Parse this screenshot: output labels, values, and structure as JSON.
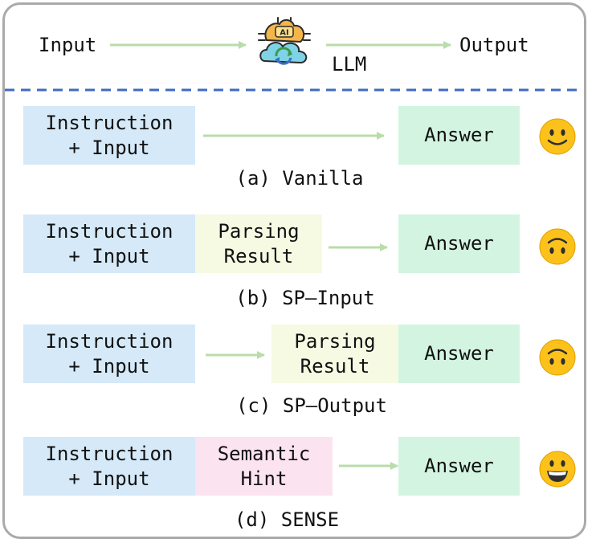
{
  "header": {
    "input_label": "Input",
    "output_label": "Output",
    "llm_label": "LLM",
    "llm_icon": "ai-brain-cloud-icon",
    "llm_icon_text": "AI"
  },
  "rows": [
    {
      "id": "a",
      "caption": "(a) Vanilla",
      "instruction_text": "Instruction\n+ Input",
      "answer_text": "Answer",
      "emoji": "slightly-smiling-face"
    },
    {
      "id": "b",
      "caption": "(b) SP–Input",
      "instruction_text": "Instruction\n+ Input",
      "middle_text": "Parsing\nResult",
      "answer_text": "Answer",
      "emoji": "upside-down-face"
    },
    {
      "id": "c",
      "caption": "(c) SP–Output",
      "instruction_text": "Instruction\n+ Input",
      "middle_text": "Parsing\nResult",
      "answer_text": "Answer",
      "emoji": "upside-down-face"
    },
    {
      "id": "d",
      "caption": "(d) SENSE",
      "instruction_text": "Instruction\n+ Input",
      "middle_text": "Semantic\nHint",
      "answer_text": "Answer",
      "emoji": "grinning-face"
    }
  ],
  "colors": {
    "instruction_box": "#d5e9f8",
    "answer_box": "#d3f4e1",
    "parsing_box": "#f6fae3",
    "semantic_box": "#fbe3ef",
    "arrow": "#b9dcaa",
    "divider": "#3f6bc0",
    "frame": "#aaaaaa"
  }
}
